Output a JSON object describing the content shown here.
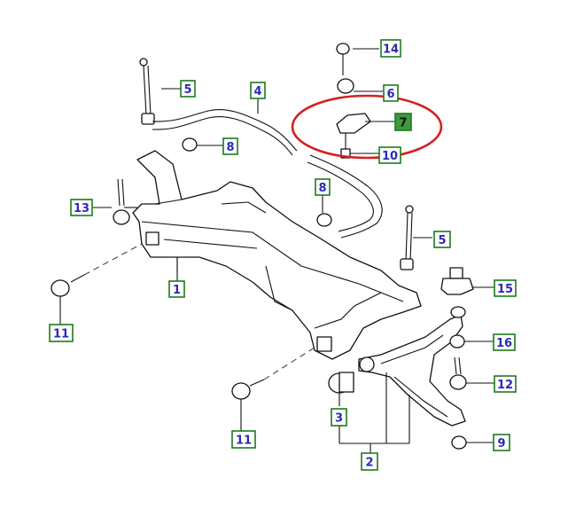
{
  "colors": {
    "blue_border": "#2a2ab4",
    "green_border": "#1d7a1d",
    "green_fill": "#3d9a3d",
    "highlight_ring": "#d42020",
    "ink": "#111111"
  },
  "callouts": [
    {
      "id": "c14",
      "label": "14",
      "style": "blue"
    },
    {
      "id": "c5a",
      "label": "5",
      "style": "blue"
    },
    {
      "id": "c4",
      "label": "4",
      "style": "blue"
    },
    {
      "id": "c6",
      "label": "6",
      "style": "blue"
    },
    {
      "id": "c7",
      "label": "7",
      "style": "green-filled"
    },
    {
      "id": "c8a",
      "label": "8",
      "style": "blue"
    },
    {
      "id": "c10",
      "label": "10",
      "style": "blue"
    },
    {
      "id": "c8b",
      "label": "8",
      "style": "blue"
    },
    {
      "id": "c13",
      "label": "13",
      "style": "blue"
    },
    {
      "id": "c5b",
      "label": "5",
      "style": "blue"
    },
    {
      "id": "c1",
      "label": "1",
      "style": "blue"
    },
    {
      "id": "c15",
      "label": "15",
      "style": "blue"
    },
    {
      "id": "c11a",
      "label": "11",
      "style": "blue"
    },
    {
      "id": "c16",
      "label": "16",
      "style": "blue"
    },
    {
      "id": "c12",
      "label": "12",
      "style": "blue"
    },
    {
      "id": "c3",
      "label": "3",
      "style": "blue"
    },
    {
      "id": "c11b",
      "label": "11",
      "style": "blue"
    },
    {
      "id": "c9",
      "label": "9",
      "style": "blue"
    },
    {
      "id": "c2",
      "label": "2",
      "style": "blue"
    }
  ]
}
